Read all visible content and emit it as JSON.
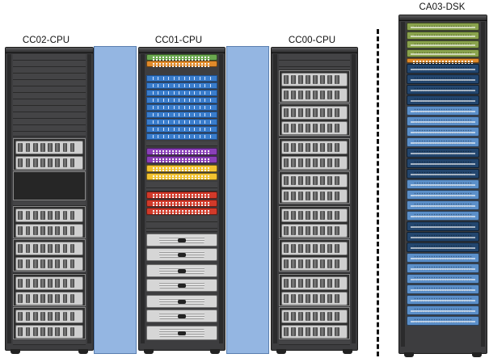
{
  "labels": {
    "cc02": "CC02-CPU",
    "cc01": "CC01-CPU",
    "cc00": "CC00-CPU",
    "ca03": "CA03-DSK"
  },
  "colors": {
    "network_switch_green": "#6aa84f",
    "network_switch_orange": "#e08a2a",
    "patch_blue": "#3a7dcc",
    "switch_purple": "#8a3fb8",
    "switch_yellow": "#f2c230",
    "switch_red": "#d23a2a",
    "storage_olive": "#8aa34d",
    "storage_navy": "#23466e",
    "storage_blue": "#5b8fc9",
    "side_panel": "#94b6e2"
  },
  "icons": {
    "server": "server-icon",
    "storage": "storage-icon",
    "switch": "network-switch-icon"
  }
}
